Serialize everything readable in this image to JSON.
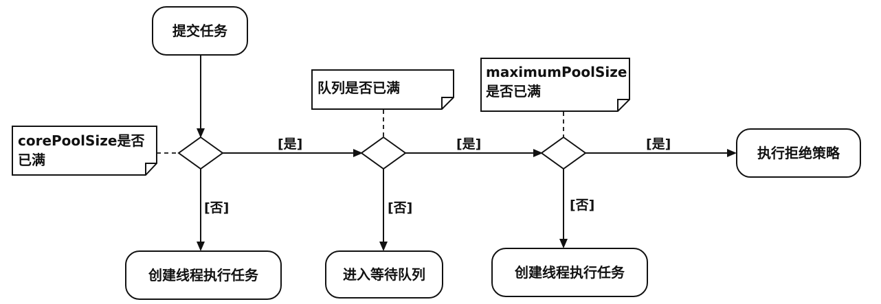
{
  "nodes": {
    "start": "提交任务",
    "create_thread_1": "创建线程执行任务",
    "enter_queue": "进入等待队列",
    "create_thread_2": "创建线程执行任务",
    "reject": "执行拒绝策略"
  },
  "notes": {
    "core_pool_full": [
      "corePoolSize是否",
      "已满"
    ],
    "queue_full": [
      "队列是否已满"
    ],
    "max_pool_full": [
      "maximumPoolSize",
      "是否已满"
    ]
  },
  "edges": {
    "yes_label": "[是]",
    "no_label": "[否]"
  }
}
